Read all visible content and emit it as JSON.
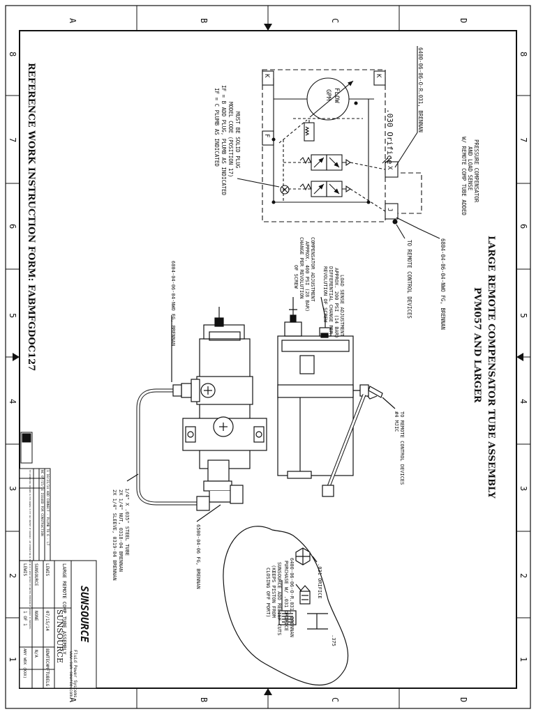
{
  "border": {
    "top_letters": [
      "A",
      "B",
      "C",
      "D"
    ],
    "bottom_letters": [
      "A",
      "B",
      "C",
      "D"
    ],
    "numbers": [
      "8",
      "7",
      "6",
      "5",
      "4",
      "3",
      "2",
      "1"
    ]
  },
  "title": {
    "line1": "LARGE REMOTE COMPENSATOR TUBE ASSEMBLY",
    "line2": "PVM057 AND LARGER"
  },
  "reference": "REFERENCE WORK INSTRUCTION FORM: FABMFGDOC127",
  "schematic": {
    "note_top": "6400-06-06-O-R.031, BRENNAN",
    "note_comp": [
      "PRESSURE COMPENSATOR",
      "AND LOAD SENSE",
      "W/ REMOTE COMP TUBE ADDED"
    ],
    "orifice": ".030 Orifice",
    "note_remote_fitting": "6804-04-06-04-NWO FG, BRENNAN",
    "to_remote": "TO REMOTE CONTROL DEVICES",
    "flow_label": [
      "FLOW",
      "GPM"
    ],
    "port_k1": "K",
    "port_k2": "K",
    "port_f": "F",
    "port_x": "X",
    "port_j": "J",
    "plug_note": [
      "MUST BE SOLID PLUG",
      "MODEL CODE (POSITION 17)",
      "IF = B ADD PLUG, PLUMB AS INDICATED",
      "IF = C PLUMB AS INDICATED"
    ]
  },
  "assembly": {
    "load_sense_adj": [
      "LOAD SENSE ADJUSTMENT",
      "APPROX. 200 PSI (14 BAR)",
      "DIFFERENTIAL CHANGE PER",
      "REVOLUTION OF SCREW"
    ],
    "comp_adj": [
      "COMPENSATOR ADJUSTMENT",
      "APPROX. 400 PSI (28 BAR)",
      "CHANGE PER REVOLUTION",
      "OF SCREW"
    ],
    "fitting_left": "6804-04-06-04-NWO FG, BRENNAN",
    "to_remote_right": [
      "TO REMOTE CONTROL DEVICES",
      "#4 MJIC"
    ],
    "tube_note": [
      "1/4\" X .035\" STEEL TUBE",
      "2X 1/4\" NUT, 0318-04 BRENNAN",
      "2X 1/4\" SLEEVE, 0319-04 BRENNAN"
    ],
    "elbow_note": "6500-04-06 FG, BRENNAN"
  },
  "detail": {
    "orifice_031": ".031 ORIFICE",
    "purchase": [
      "6400-06-06-O-R.031, BRENNAN",
      "PURCHASE W/ .031 ORIFICE"
    ],
    "relief": [
      "SUNSOURCE ADD RELIEF CUTS",
      "(KEEPS PISTON FROM",
      "CLOSING OFF PORT)"
    ],
    "dim": ".375"
  },
  "title_block": {
    "company": "SUNSOURCE",
    "sub1": "Fluid Power Systems",
    "sub2": "www.sun-source.com",
    "drawing_title": "LARGE REMOTE COMP TUBE ASSEMBLY",
    "customer": "SUNSOURCE",
    "drawn": "LEWIS",
    "date": "07/15/14",
    "scale": "NONE",
    "sheet": "1 OF 1",
    "dwg": "8DWTECHMFTUBELG",
    "rev": "N/A",
    "approved": "LEWIS",
    "part": "ANY WDX (XXX)",
    "rev_row1": "1  10/21/14  ADD CONNECT - PLUMB TO 6 - LT",
    "rev_row2": "NC  07/15/14  ISSUED FOR CONSTRUCTION",
    "confidential": "THE INFORMATION CONTAINED IN THIS DRAWING IS THE SOLE PROPERTY OF SUNSOURCE. ANY REPRODUCTION IN PART OR AS A WHOLE WITHOUT THE WRITTEN PERMISSION OF SUNSOURCE IS PROHIBITED."
  }
}
